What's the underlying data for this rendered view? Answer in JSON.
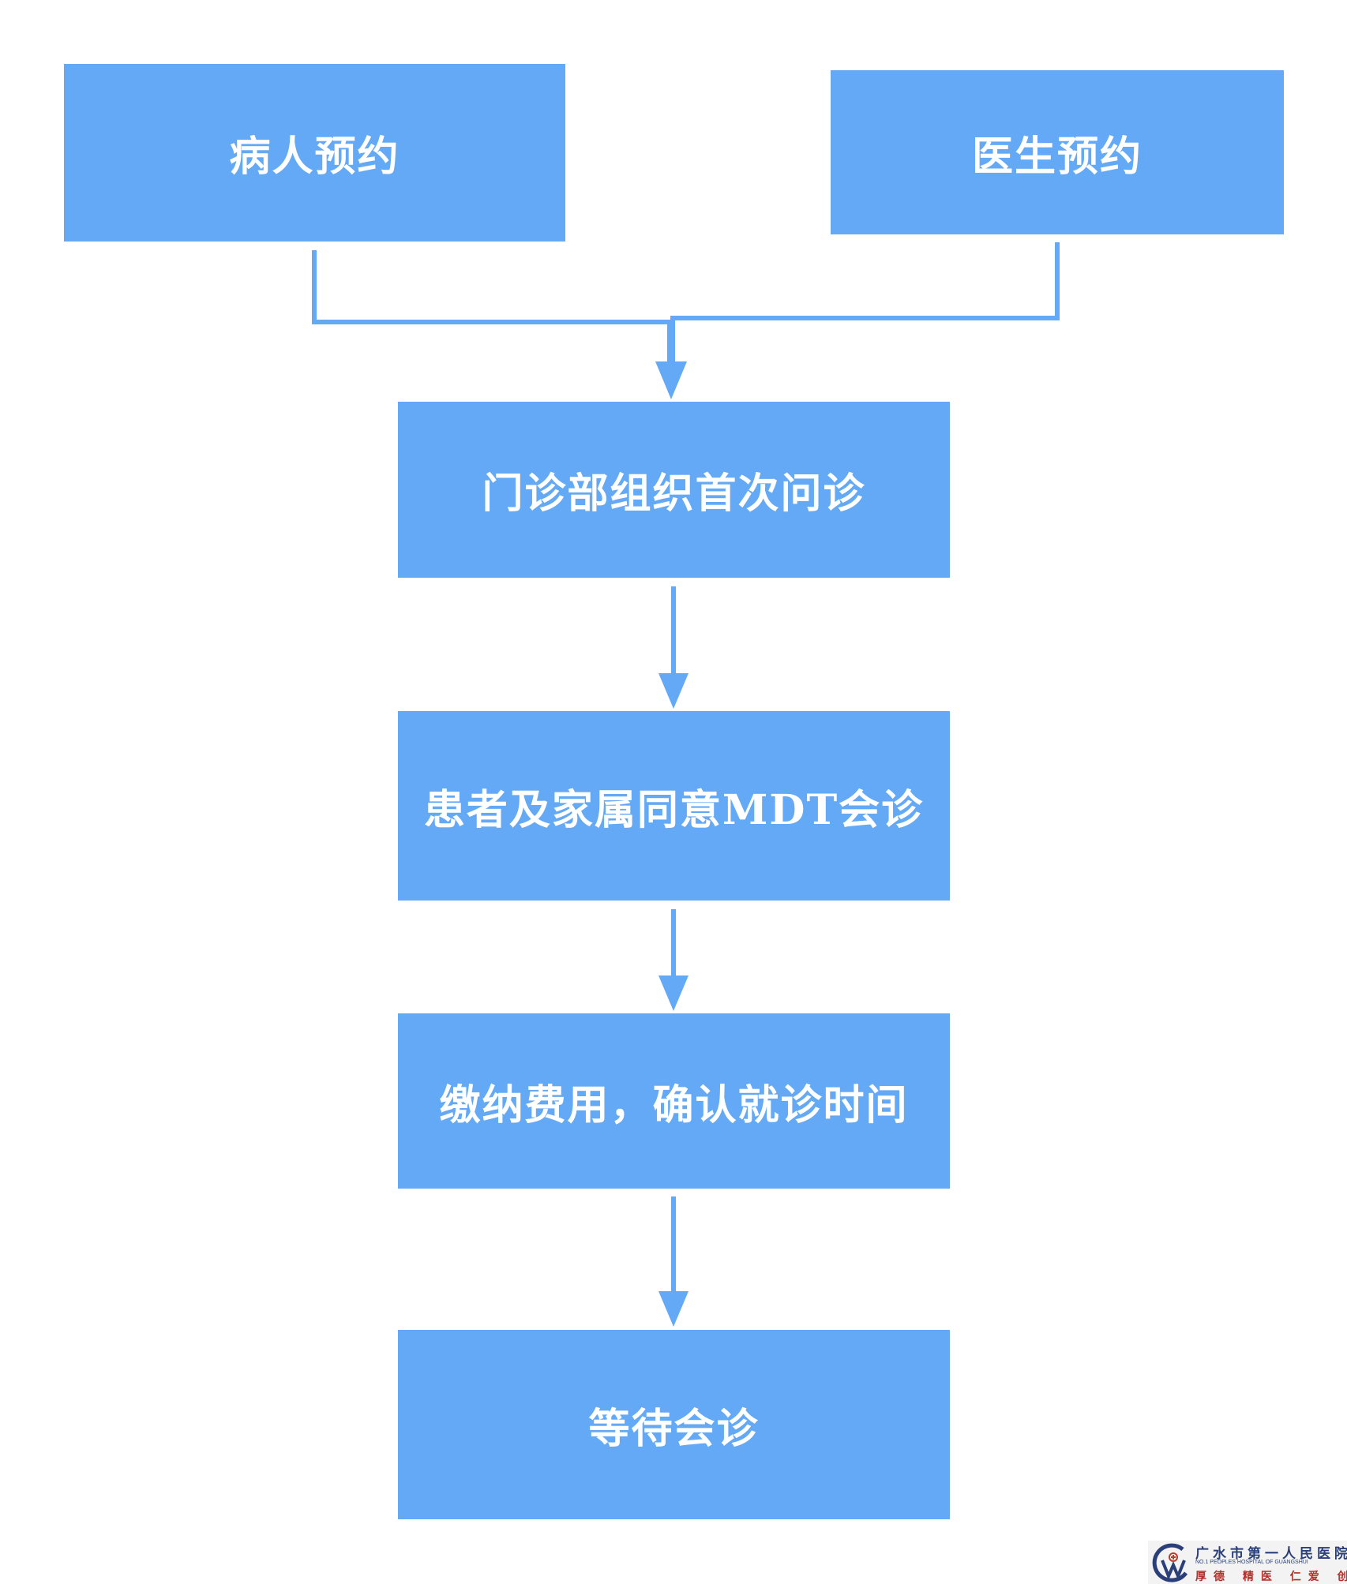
{
  "nodes": {
    "patient_booking": "病人预约",
    "doctor_booking": "医生预约",
    "first_consult": "门诊部组织首次问诊",
    "family_consent": "患者及家属同意MDT会诊",
    "payment": "缴纳费用，确认就诊时间",
    "wait": "等待会诊"
  },
  "colors": {
    "box": "#63a9f5",
    "arrow": "#63a9f5",
    "text": "#ffffff"
  },
  "logo": {
    "name": "广水市第一人民医院",
    "english": "NO.1 PEOPLES HOSPITAL OF GUANGSHUI",
    "motto": "厚德 精医 仁爱 创新"
  }
}
